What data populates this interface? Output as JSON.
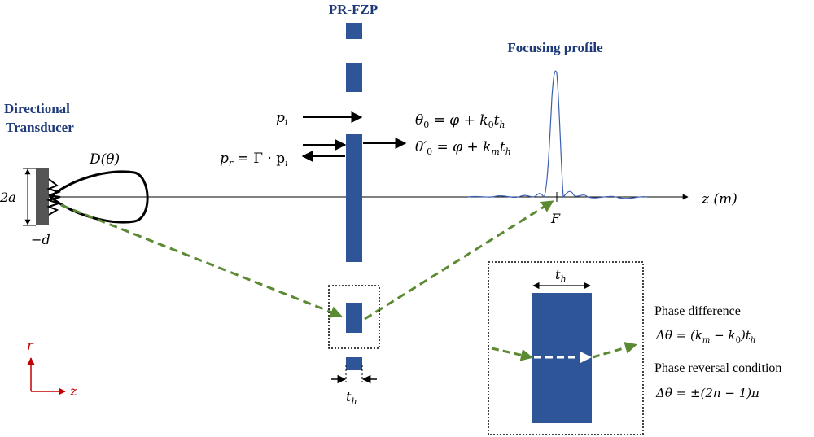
{
  "labels": {
    "plate_title": "PR-FZP",
    "focusing_profile": "Focusing profile",
    "transducer_line1": "Directional",
    "transducer_line2": "Transducer",
    "directivity": "D(θ)",
    "aperture": "2a",
    "minus_d": "−d",
    "incident": "p",
    "incident_sub": "i",
    "reflected_lhs": "p",
    "reflected_lhs_sub": "r",
    "reflected_rhs": " = Γ · p",
    "reflected_rhs_sub": "i",
    "theta0_lhs": "θ",
    "theta0_sub": "0",
    "theta0_rhs": " = φ + k",
    "theta0_k_sub": "0",
    "theta0_t": "t",
    "theta0_t_sub": "h",
    "theta0p_lhs": "θ′",
    "theta0p_sub": "0",
    "theta0p_rhs": " = φ + k",
    "theta0p_k_sub": "m",
    "theta0p_t": "t",
    "theta0p_t_sub": "h",
    "axis_z": "z (m)",
    "focus": "F",
    "th_bottom": "t",
    "th_bottom_sub": "h",
    "th_inset": "t",
    "th_inset_sub": "h",
    "phase_diff_title": "Phase difference",
    "phase_diff_eq": "Δθ = (k",
    "phase_diff_eq_sub1": "m",
    "phase_diff_eq_mid": " − k",
    "phase_diff_eq_sub2": "0",
    "phase_diff_eq_end": ")t",
    "phase_diff_eq_sub3": "h",
    "reversal_title": "Phase reversal condition",
    "reversal_eq": "Δθ = ±(2n − 1)π",
    "coord_r": "r",
    "coord_z": "z"
  },
  "colors": {
    "plate": "#2e5597",
    "title_blue": "#1f3a78",
    "profile": "#3b5fb0",
    "ray_green": "#5b8a32",
    "coord_red": "#c00000",
    "ink": "#000000"
  }
}
